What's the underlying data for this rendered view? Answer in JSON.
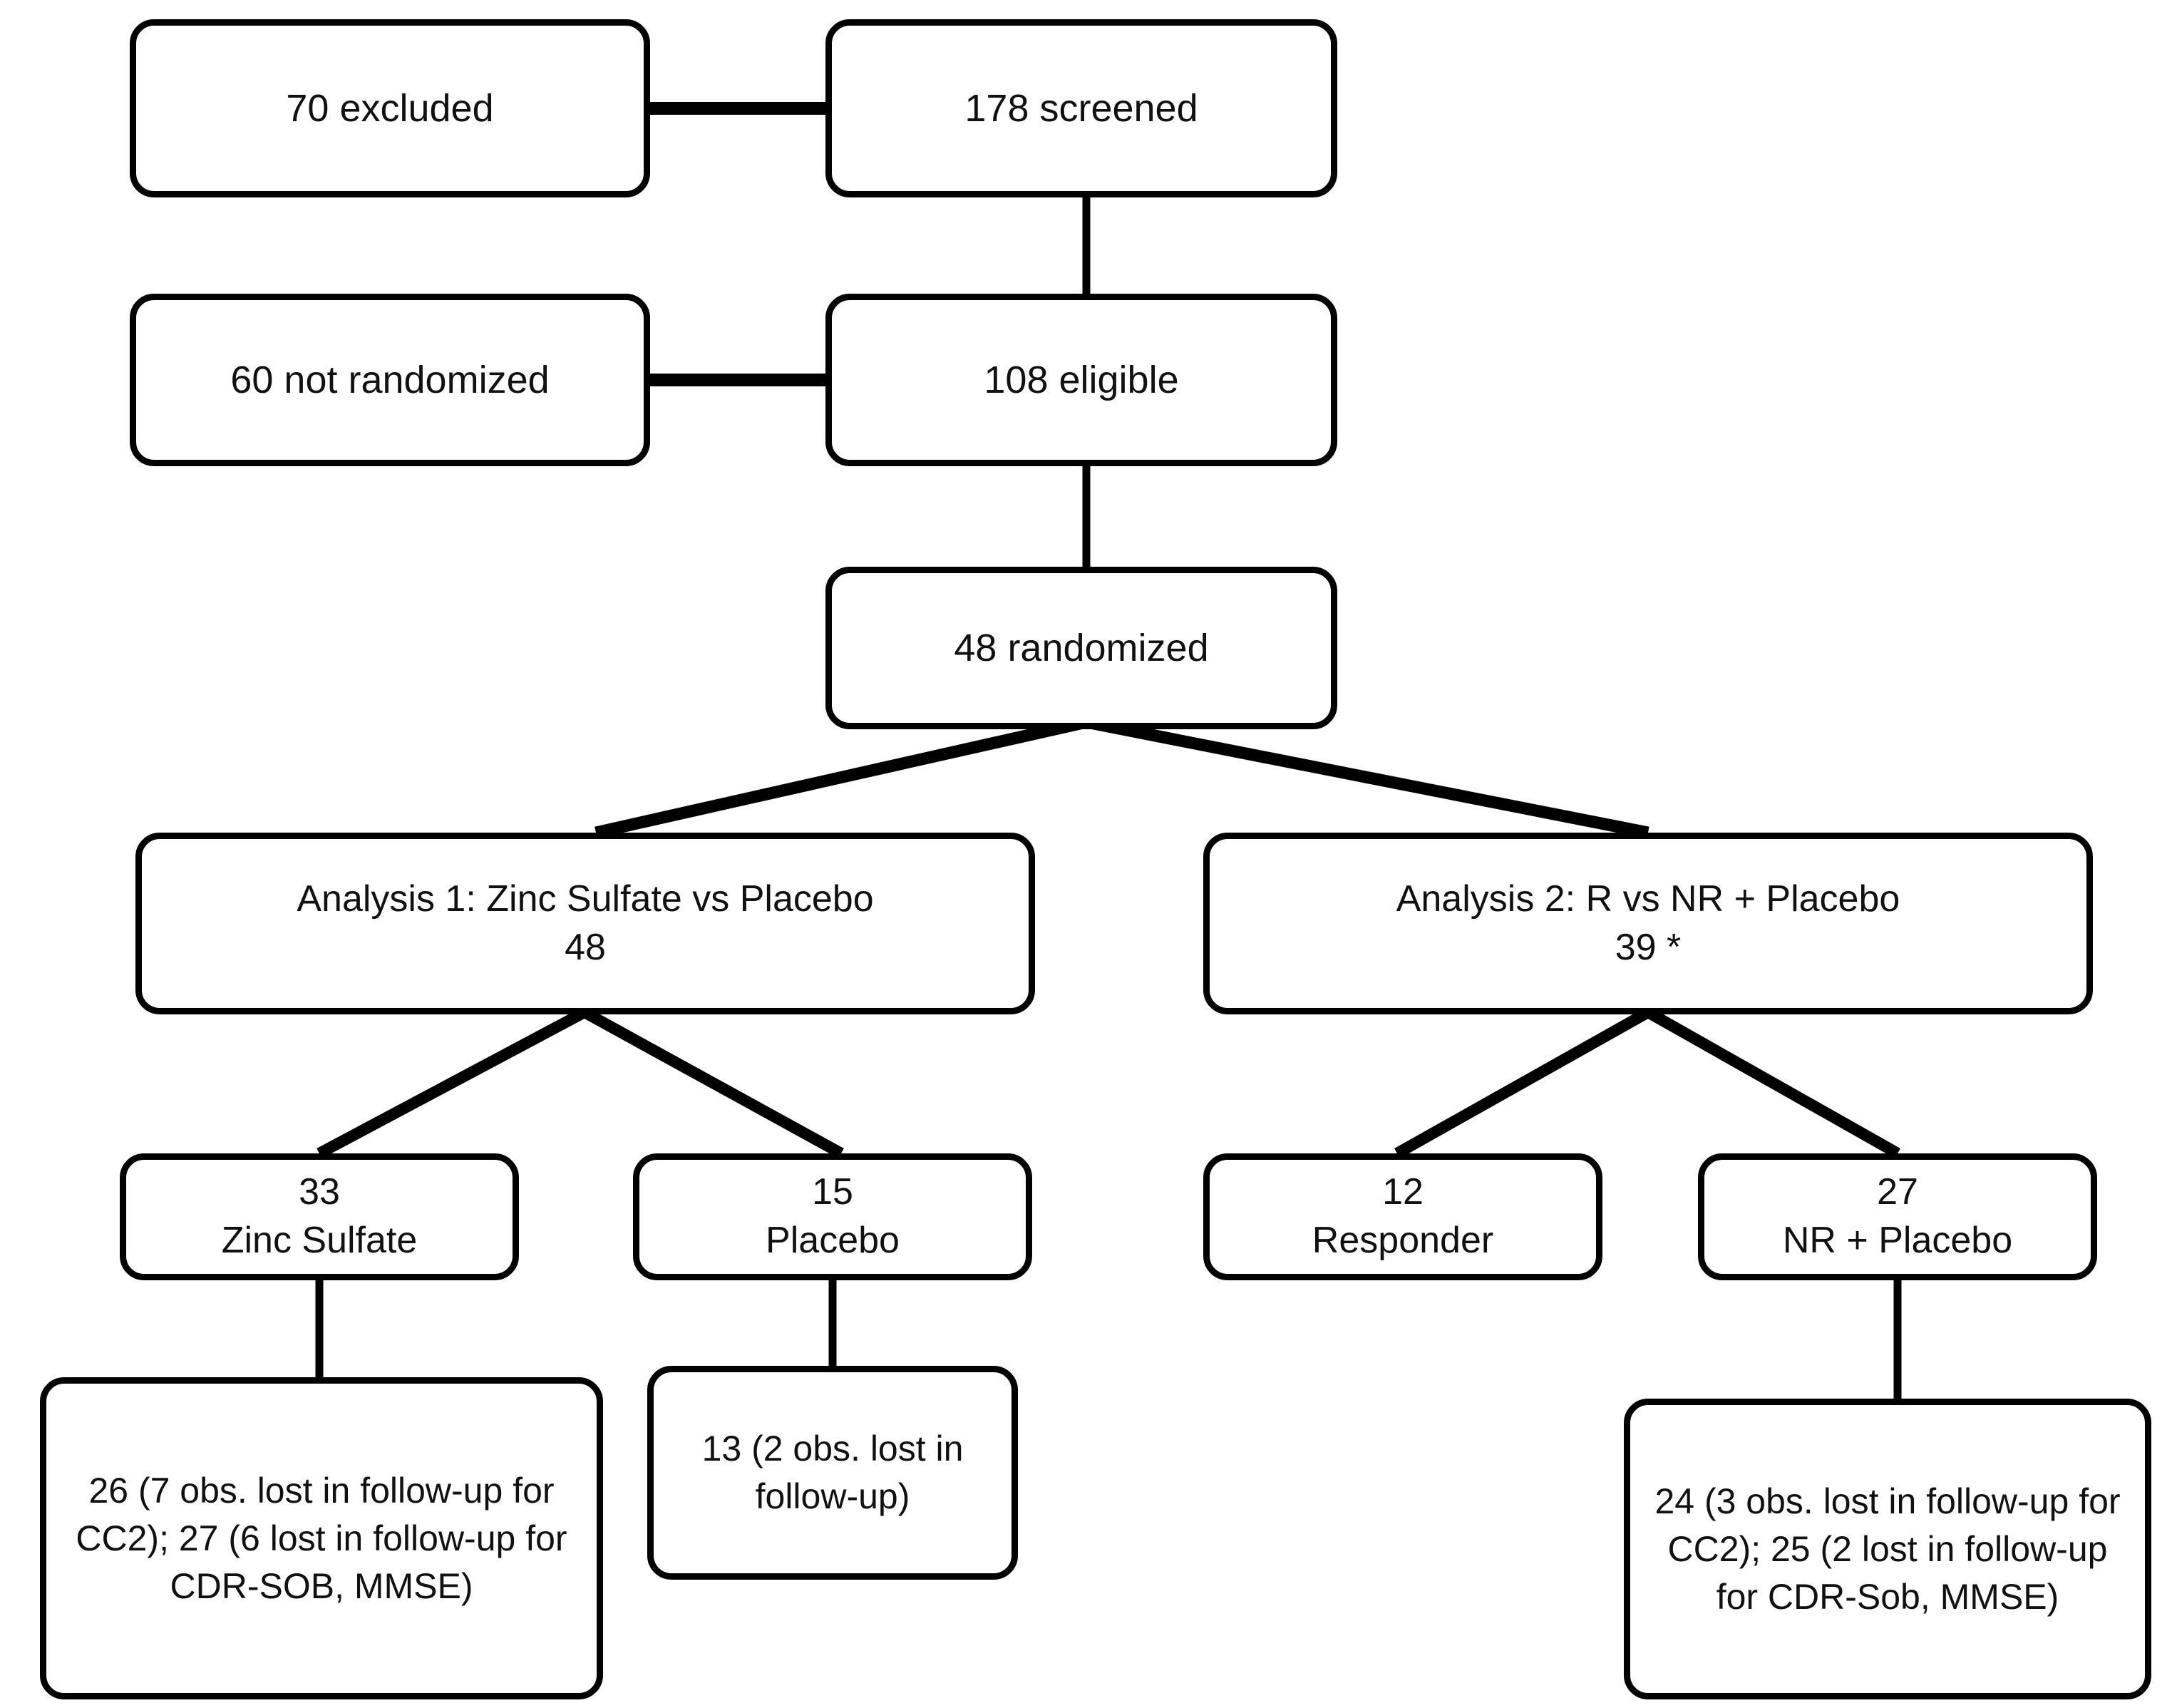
{
  "figure": {
    "type": "flowchart",
    "title": "CONSORT participant flow diagram",
    "ink_color": "#000000",
    "background_color": "#ffffff"
  },
  "nodes": {
    "excluded": {
      "label": "70 excluded"
    },
    "screened": {
      "label": "178 screened"
    },
    "not_randomized": {
      "label": "60 not randomized"
    },
    "eligible": {
      "label": "108 eligible"
    },
    "randomized": {
      "label": "48 randomized"
    },
    "analysis1": {
      "line1": "Analysis  1: Zinc Sulfate vs Placebo",
      "line2": "48"
    },
    "analysis2": {
      "line1": "Analysis 2: R vs NR + Placebo",
      "line2": "39 *"
    },
    "zinc": {
      "line1": "33",
      "line2": "Zinc Sulfate"
    },
    "placebo": {
      "line1": "15",
      "line2": "Placebo"
    },
    "responder": {
      "line1": "12",
      "line2": "Responder"
    },
    "nr_placebo": {
      "line1": "27",
      "line2": "NR + Placebo"
    },
    "zinc_followup": {
      "text": "26 (7 obs. lost in follow-up  for CC2); 27 (6 lost in follow-up  for CDR-SOB, MMSE)"
    },
    "placebo_followup": {
      "text": "13 (2 obs. lost in follow-up)"
    },
    "nr_placebo_followup": {
      "text": "24 (3 obs. lost in follow-up  for CC2); 25 (2 lost in follow-up  for CDR-Sob, MMSE)"
    }
  },
  "edges": [
    {
      "from": "excluded",
      "to": "screened",
      "style": "horizontal"
    },
    {
      "from": "screened",
      "to": "eligible",
      "style": "vertical"
    },
    {
      "from": "not_randomized",
      "to": "eligible",
      "style": "horizontal"
    },
    {
      "from": "eligible",
      "to": "randomized",
      "style": "vertical"
    },
    {
      "from": "randomized",
      "to": "analysis1",
      "style": "diagonal"
    },
    {
      "from": "randomized",
      "to": "analysis2",
      "style": "diagonal"
    },
    {
      "from": "analysis1",
      "to": "zinc",
      "style": "diagonal"
    },
    {
      "from": "analysis1",
      "to": "placebo",
      "style": "diagonal"
    },
    {
      "from": "analysis2",
      "to": "responder",
      "style": "diagonal"
    },
    {
      "from": "analysis2",
      "to": "nr_placebo",
      "style": "diagonal"
    },
    {
      "from": "zinc",
      "to": "zinc_followup",
      "style": "vertical"
    },
    {
      "from": "placebo",
      "to": "placebo_followup",
      "style": "vertical"
    },
    {
      "from": "nr_placebo",
      "to": "nr_placebo_followup",
      "style": "vertical"
    }
  ]
}
